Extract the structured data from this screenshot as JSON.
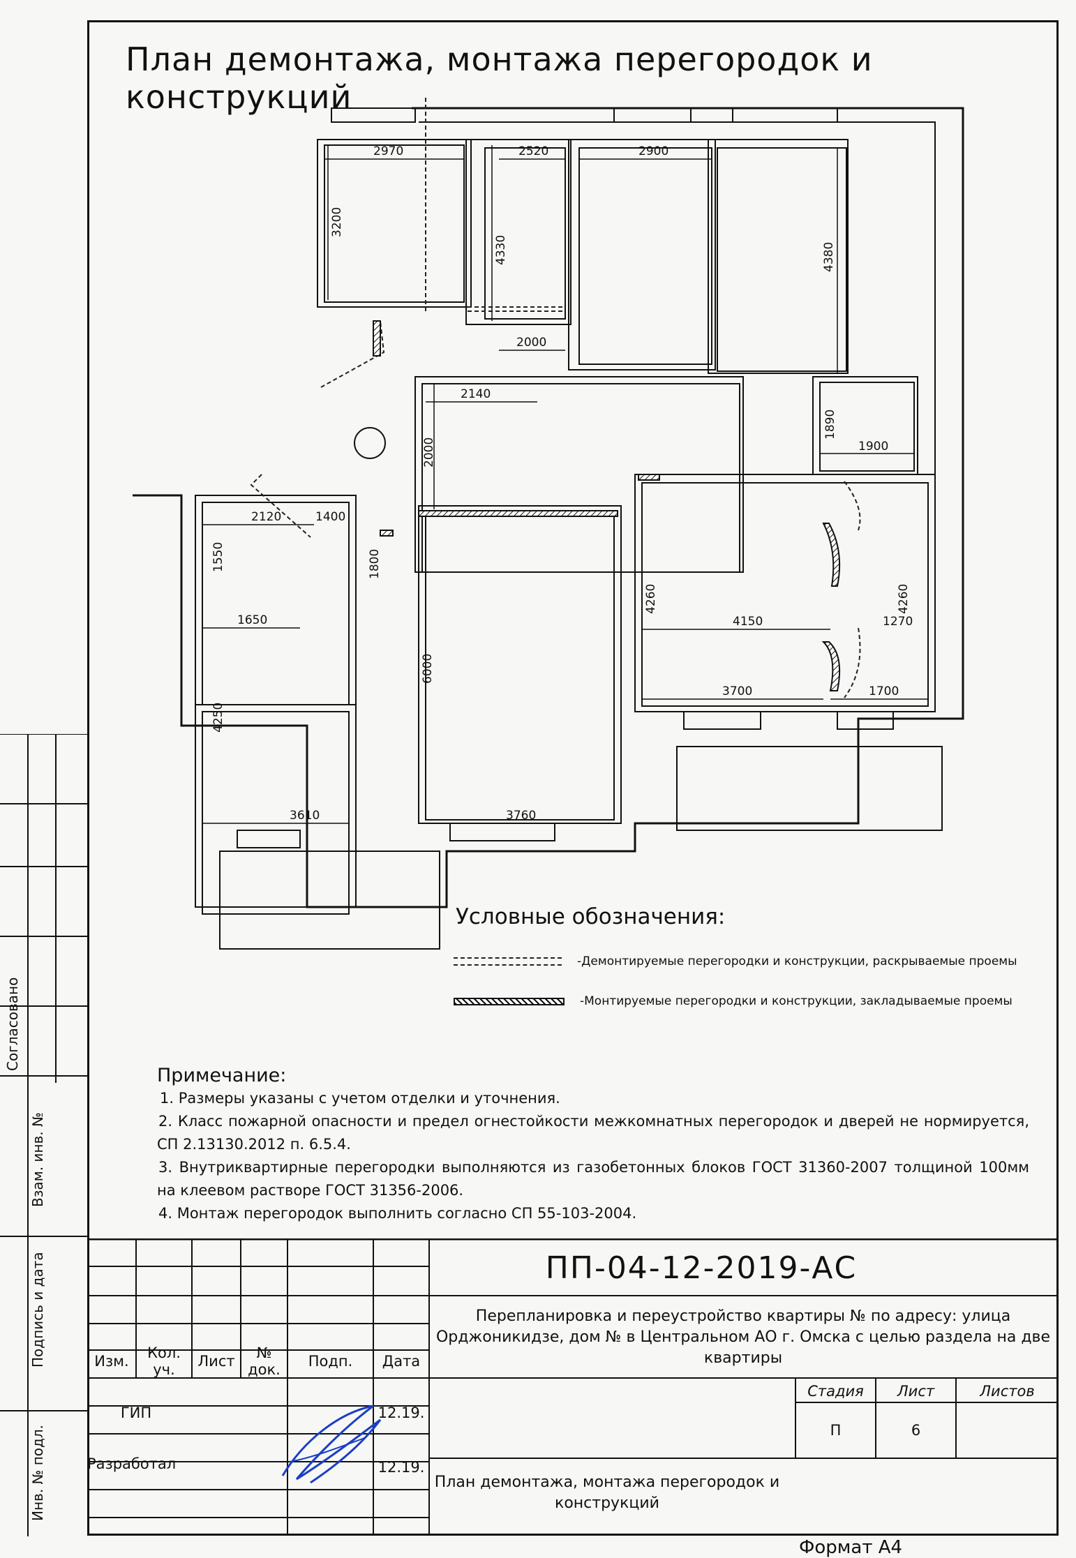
{
  "title": "План демонтажа, монтажа перегородок и конструкций",
  "plan": {
    "dims": [
      "2970",
      "2520",
      "2900",
      "3200",
      "4330",
      "4380",
      "2000",
      "2140",
      "2000",
      "1890",
      "1900",
      "2120",
      "1400",
      "1550",
      "1800",
      "1650",
      "4250",
      "6000",
      "4260",
      "4150",
      "1270",
      "4260",
      "3700",
      "1700",
      "3610",
      "3760"
    ]
  },
  "legend": {
    "title": "Условные обозначения:",
    "items": [
      {
        "type": "dashed",
        "label": "-Демонтируемые перегородки и конструкции, раскрываемые проемы"
      },
      {
        "type": "solid",
        "label": "-Монтируемые перегородки и конструкции, закладываемые проемы"
      }
    ]
  },
  "notes": {
    "heading": "Примечание:",
    "items": [
      "1. Размеры указаны с учетом отделки и уточнения.",
      "2. Класс пожарной опасности и предел огнестойкости межкомнатных перегородок и дверей не нормируется, СП 2.13130.2012 п. 6.5.4.",
      "3. Внутриквартирные перегородки выполняются из газобетонных блоков ГОСТ 31360-2007 толщиной 100мм на клеевом растворе ГОСТ 31356-2006.",
      "4. Монтаж перегородок выполнить согласно СП 55-103-2004."
    ]
  },
  "side": {
    "labels": [
      "Согласовано",
      "Взам. инв. №",
      "Подпись и дата",
      "Инв. № подл."
    ]
  },
  "title_block": {
    "doc_code": "ПП-04-12-2019-АС",
    "description": "Перепланировка и переустройство квартиры №        по адресу: улица Орджоникидзе, дом №      в Центральном АО г. Омска с целью раздела на две квартиры",
    "headers": [
      "Изм.",
      "Кол. уч.",
      "Лист",
      "№ док.",
      "Подп.",
      "Дата"
    ],
    "roles": [
      {
        "role": "ГИП",
        "date": "12.19."
      },
      {
        "role": "Разработал",
        "date": "12.19."
      }
    ],
    "sheet_title": "План демонтажа, монтажа перегородок и конструкций",
    "stage_label": "Стадия",
    "sheet_label": "Лист",
    "sheets_label": "Листов",
    "stage": "П",
    "sheet": "6",
    "sheets": ""
  },
  "format": "Формат А4"
}
